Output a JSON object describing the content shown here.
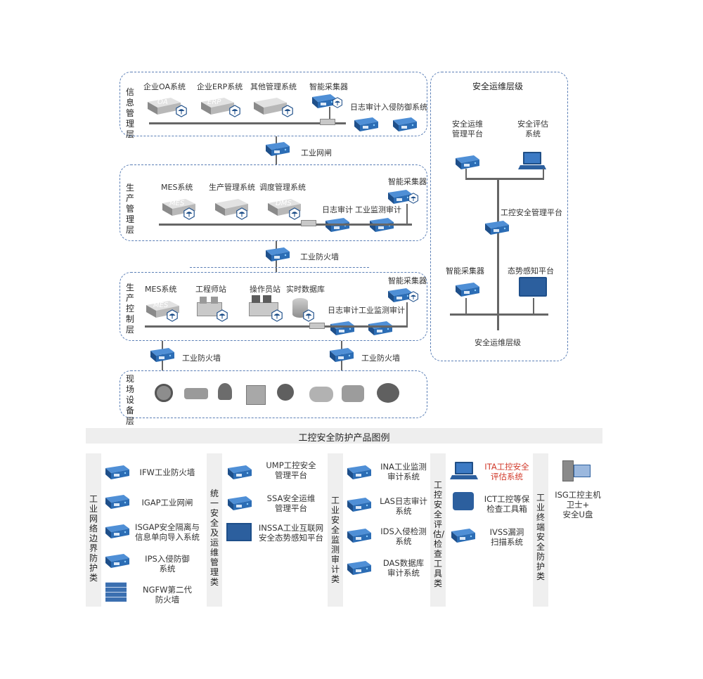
{
  "layers": {
    "info": "信息管理层",
    "production": "生产管理层",
    "control": "生产控制层",
    "field": "现场设备层"
  },
  "info_layer": {
    "oa": "企业OA系统",
    "erp": "企业ERP系统",
    "other": "其他管理系统",
    "collector": "智能采集器",
    "log_audit": "日志审计",
    "ips": "入侵防御系统",
    "oa_text": "OA",
    "erp_text": "ERP"
  },
  "gateway": "工业网闸",
  "prod_layer": {
    "mes": "MES系统",
    "pms": "生产管理系统",
    "dispatch": "调度管理系统",
    "collector": "智能采集器",
    "log_audit": "日志审计",
    "monitor_audit": "工业监测审计",
    "mes_text": "MES",
    "dms_text": "DMS"
  },
  "firewall_1": "工业防火墙",
  "control_layer": {
    "mes": "MES系统",
    "engineer": "工程师站",
    "operator": "操作员站",
    "rtdb": "实时数据库",
    "collector": "智能采集器",
    "log_monitor": "日志审计工业监测审计",
    "mes_text": "MES"
  },
  "firewall_left": "工业防火墙",
  "firewall_right": "工业防火墙",
  "ops_panel": {
    "title": "安全运维层级",
    "platform": "安全运维\n管理平台",
    "eval": "安全评估\n系统",
    "ics_mgmt": "工控安全管理平台",
    "collector": "智能采集器",
    "situation": "态势感知平台",
    "bottom": "安全运维层级"
  },
  "legend": {
    "title": "工控安全防护产品图例",
    "col1_title": "工业网络边界防护类",
    "col1": [
      "IFW工业防火墙",
      "IGAP工业网闸",
      "ISGAP安全隔离与\n信息单向导入系统",
      "IPS入侵防御\n系统",
      "NGFW第二代\n防火墙"
    ],
    "col2_title": "统一安全及运维管理类",
    "col2": [
      "UMP工控安全\n管理平台",
      "SSA安全运维\n管理平台",
      "INSSA工业互联网\n安全态势感知平台"
    ],
    "col3_title": "工业安全监测审计类",
    "col3": [
      "INA工业监测\n审计系统",
      "LAS日志审计\n系统",
      "IDS入侵检测\n系统",
      "DAS数据库\n审计系统"
    ],
    "col4_title": "工控安全评估/检查工具类",
    "col4": [
      "ITA工控安全\n评估系统",
      "ICT工控等保\n检查工具箱",
      "IVSS漏洞\n扫描系统"
    ],
    "col5_title": "工业终端安全防护类",
    "col5": [
      "ISG工控主机\n卫士+\n安全U盘"
    ]
  },
  "colors": {
    "zone_border": "#5b7fb6",
    "device_blue": "#2c6db5",
    "device_dark": "#1e4f8a",
    "server_gray": "#b8b8b8",
    "highlight_red": "#d23a2b",
    "legend_bg": "#eeeeee"
  }
}
